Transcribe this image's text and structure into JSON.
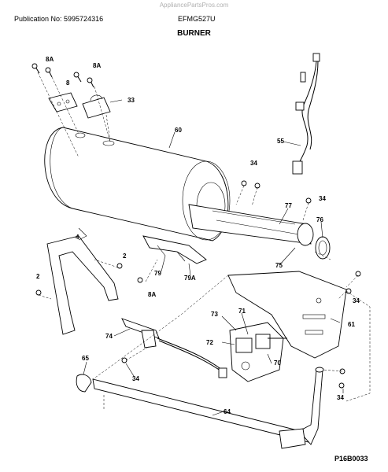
{
  "header": {
    "watermark": "AppliancePartsPros.com",
    "publication": "Publication No: 5995724316",
    "model": "EFMG527U",
    "section_title": "BURNER"
  },
  "figure_id": "P16B0033",
  "callouts": {
    "c8A_top_left": "8A",
    "c8A_top_right": "8A",
    "c8": "8",
    "c33": "33",
    "c60": "60",
    "c55": "55",
    "c34_top": "34",
    "c34_right_top": "34",
    "c77": "77",
    "c76": "76",
    "c75": "75",
    "c4": "4",
    "c2_mid": "2",
    "c2_left": "2",
    "c79": "79",
    "c79A": "79A",
    "c8A_bottom": "8A",
    "c34_right": "34",
    "c61": "61",
    "c73": "73",
    "c71": "71",
    "c72": "72",
    "c70": "70",
    "c74": "74",
    "c65": "65",
    "c34_bottom_left": "34",
    "c34_bottom_right": "34",
    "c64": "64"
  }
}
